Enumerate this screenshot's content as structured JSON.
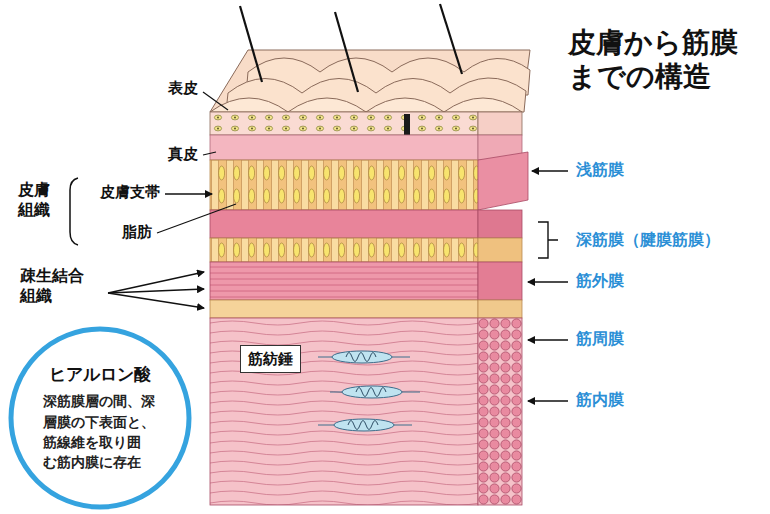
{
  "diagram": {
    "title": "皮膚から筋膜 までの構造",
    "nodes": [
      {
        "text": [
          "筋紡錘"
        ]
      },
      {
        "text": [
          "ヒアルロン酸",
          "深筋膜層の間、深 層膜の下表面と、 筋線維を取り囲 む筋内膜に存在"
        ]
      }
    ],
    "labels": [
      "表皮",
      "真皮",
      "皮膚 組織",
      "皮膚支帯",
      "脂肪",
      "疎生結合 組織",
      "浅筋膜",
      "深筋膜（腱膜筋膜）",
      "筋外膜",
      "筋周膜",
      "筋内膜"
    ]
  }
}
